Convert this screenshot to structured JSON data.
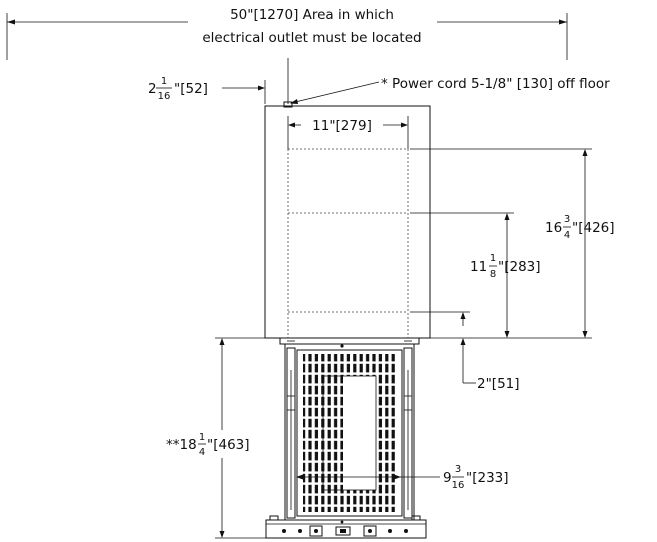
{
  "dimensions": {
    "outlet_area": {
      "line1": "50\"[1270] Area in which",
      "line2": "electrical outlet must be located"
    },
    "cord_offset": {
      "whole": "2",
      "num": "1",
      "den": "16",
      "unit": "\"[52]"
    },
    "power_cord": {
      "text": "* Power cord 5-1/8\" [130] off floor"
    },
    "inner_width": {
      "text": "11\"[279]"
    },
    "total_upper_height": {
      "whole": "16",
      "num": "3",
      "den": "4",
      "unit": "\"[426]"
    },
    "mid_height": {
      "whole": "11",
      "num": "1",
      "den": "8",
      "unit": "\"[283]"
    },
    "bottom_gap": {
      "text": "2\"[51]"
    },
    "lift_height": {
      "prefix": "**18",
      "num": "1",
      "den": "4",
      "unit": "\"[463]"
    },
    "lift_width": {
      "whole": "9",
      "num": "3",
      "den": "16",
      "unit": "\"[233]"
    }
  }
}
